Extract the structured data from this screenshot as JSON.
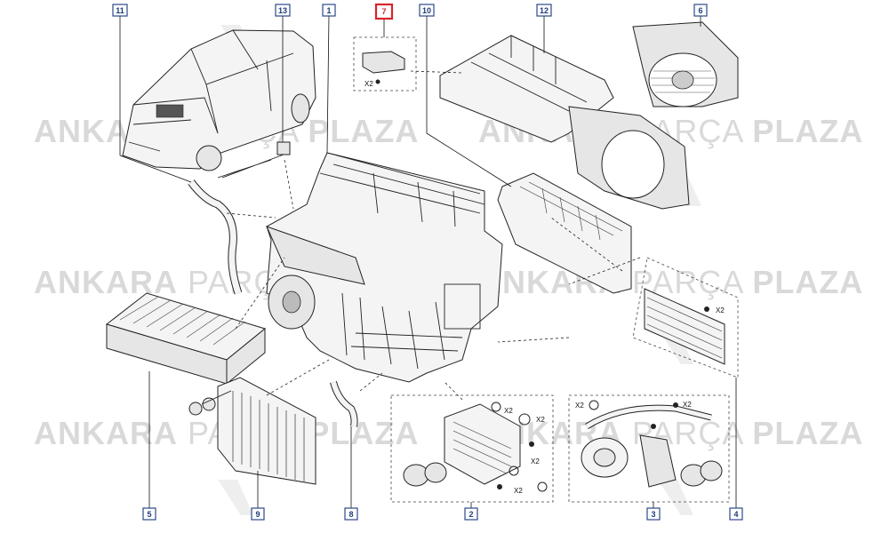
{
  "watermark": {
    "bold1": "ANKARA",
    "light": "PARÇA",
    "bold2": "PLAZA"
  },
  "callouts": [
    {
      "id": "c11",
      "label": "11",
      "selected": false
    },
    {
      "id": "c13",
      "label": "13",
      "selected": false
    },
    {
      "id": "c1",
      "label": "1",
      "selected": false
    },
    {
      "id": "c7",
      "label": "7",
      "selected": true
    },
    {
      "id": "c10",
      "label": "10",
      "selected": false
    },
    {
      "id": "c12",
      "label": "12",
      "selected": false
    },
    {
      "id": "c6",
      "label": "6",
      "selected": false
    },
    {
      "id": "c5",
      "label": "5",
      "selected": false
    },
    {
      "id": "c9",
      "label": "9",
      "selected": false
    },
    {
      "id": "c8",
      "label": "8",
      "selected": false
    },
    {
      "id": "c2",
      "label": "2",
      "selected": false
    },
    {
      "id": "c3",
      "label": "3",
      "selected": false
    },
    {
      "id": "c4",
      "label": "4",
      "selected": false
    }
  ],
  "quantities": {
    "q7": "X2",
    "q4": "X2",
    "q2a": "X2",
    "q2b": "X2",
    "q2c": "X2",
    "q2d": "X2",
    "q3a": "X2",
    "q3b": "X2"
  },
  "colors": {
    "callout_border": "#2b4a8a",
    "selected_border": "#d8232a",
    "watermark": "#d9d9d9"
  }
}
